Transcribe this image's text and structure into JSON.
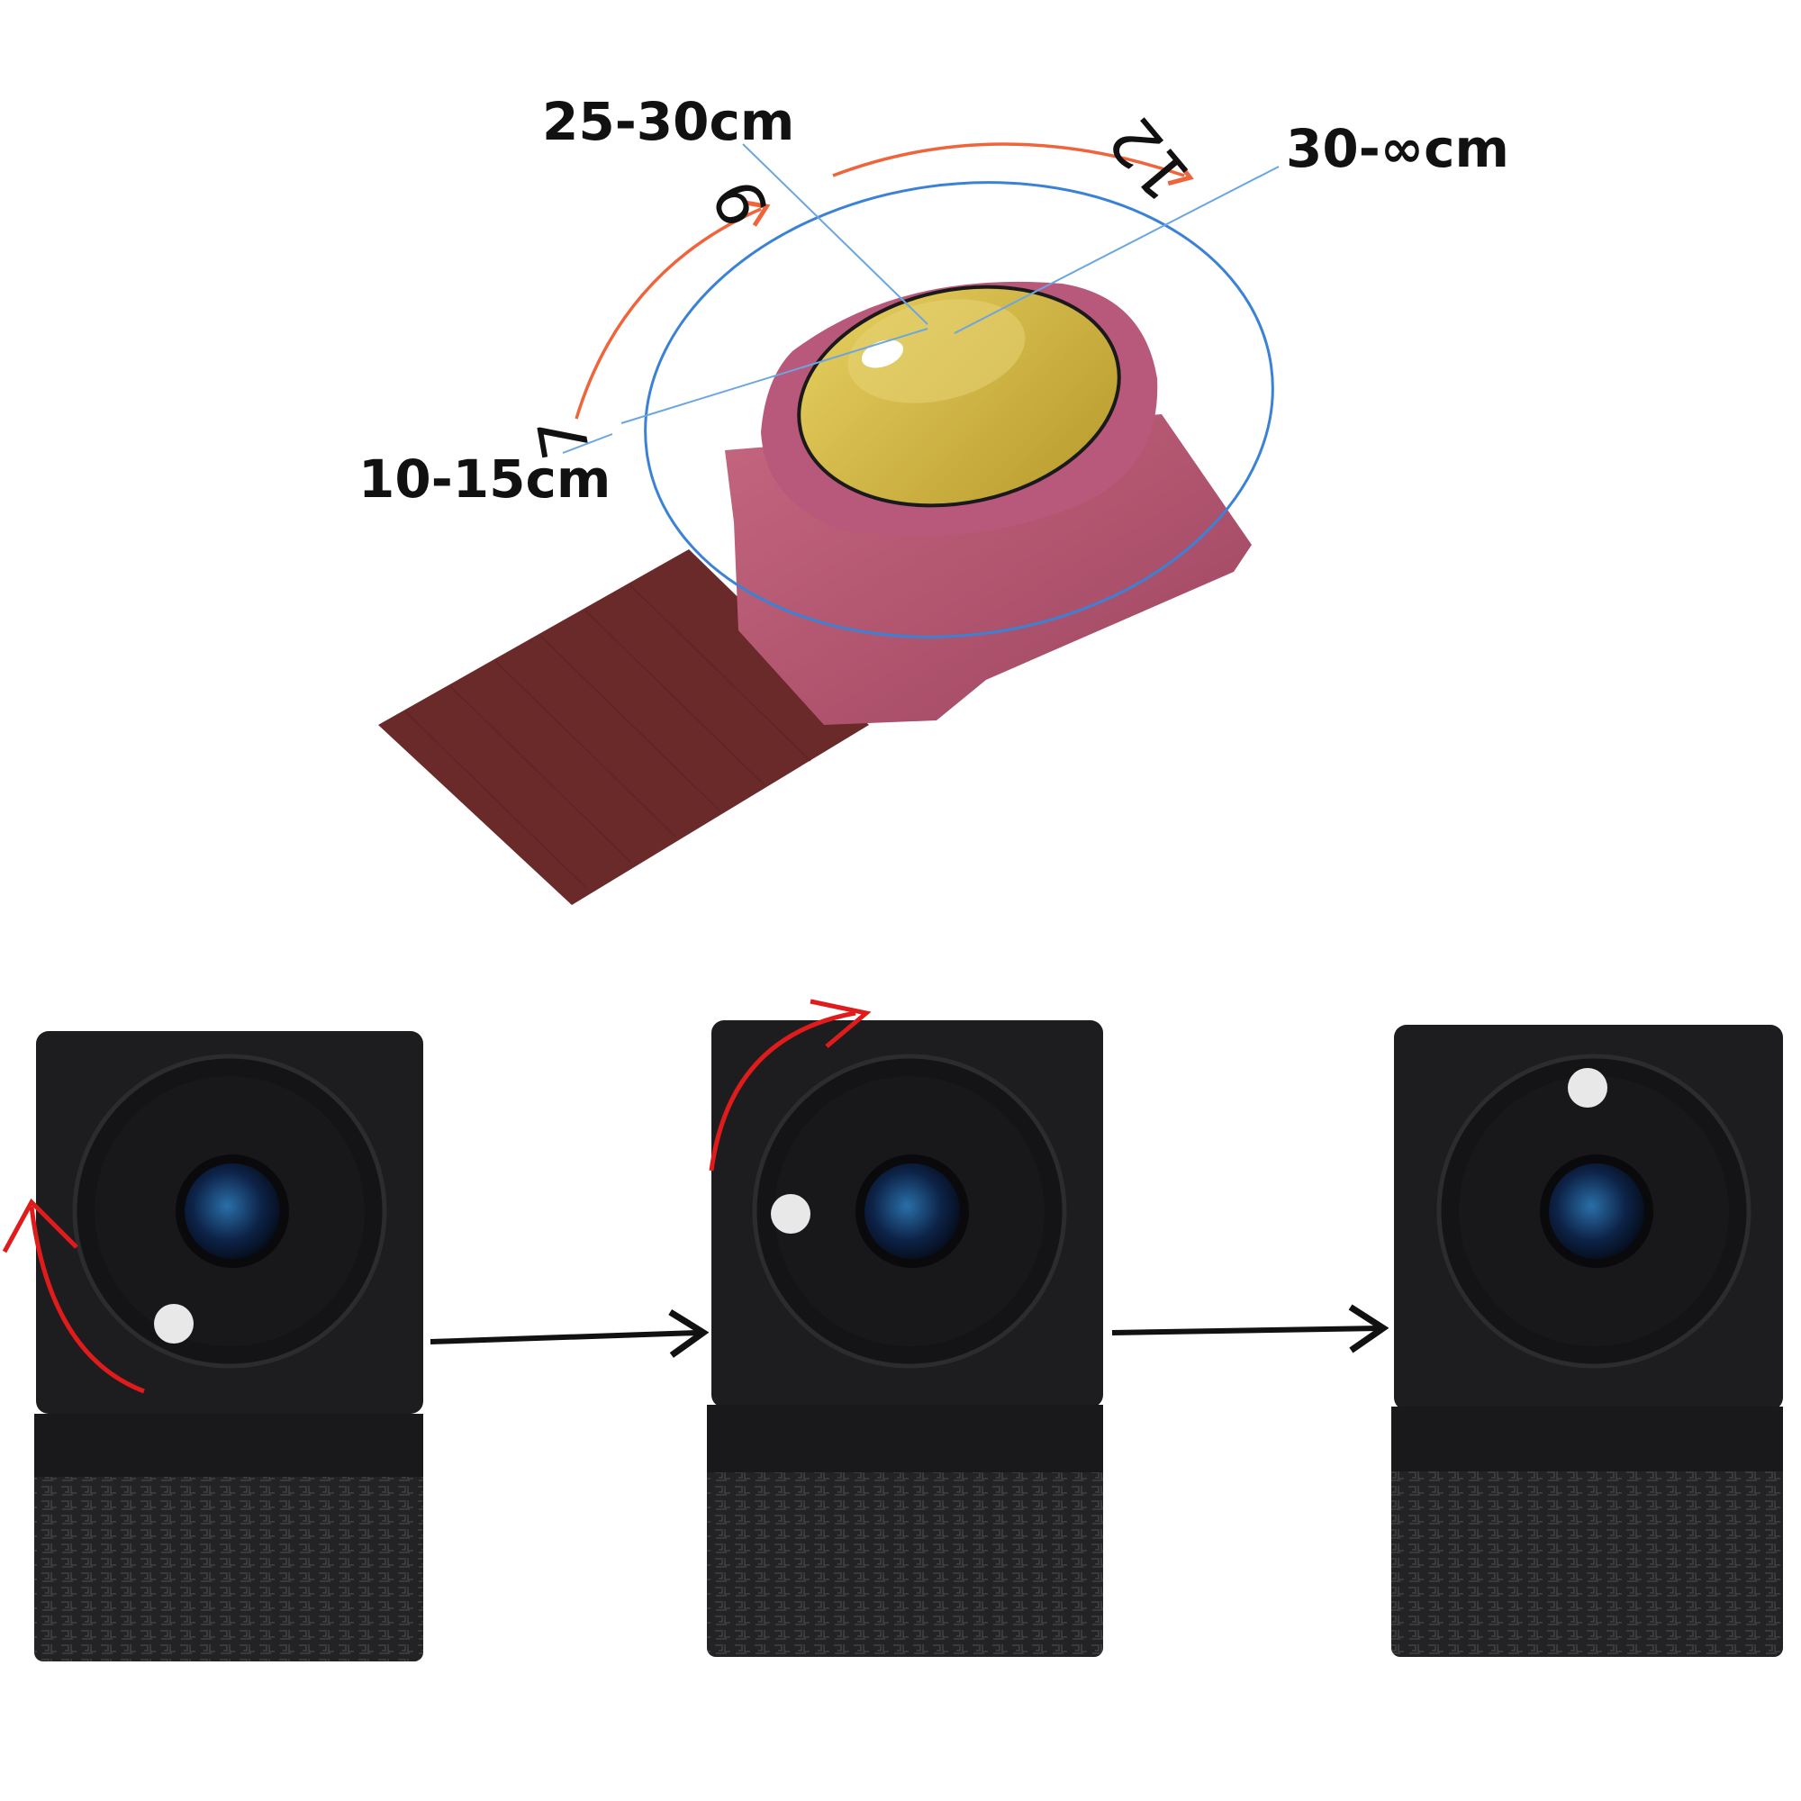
{
  "focus_labels": {
    "near": "10-15cm",
    "mid": "25-30cm",
    "far": "30-∞cm"
  },
  "dial_numbers": {
    "near": "7",
    "mid": "9",
    "far": "12"
  },
  "colors": {
    "lens_yellow": "#d4b84a",
    "housing_pink": "#b5556f",
    "ribbon": "#6a2a2a",
    "dial_ring": "#3b82d6",
    "rotation_arrow": "#f0643c",
    "module_red_arrow": "#e01b1b",
    "module_body": "#1d1d1f"
  },
  "icons": {
    "rotation": "curved-arrow-icon",
    "step": "right-arrow-icon"
  }
}
